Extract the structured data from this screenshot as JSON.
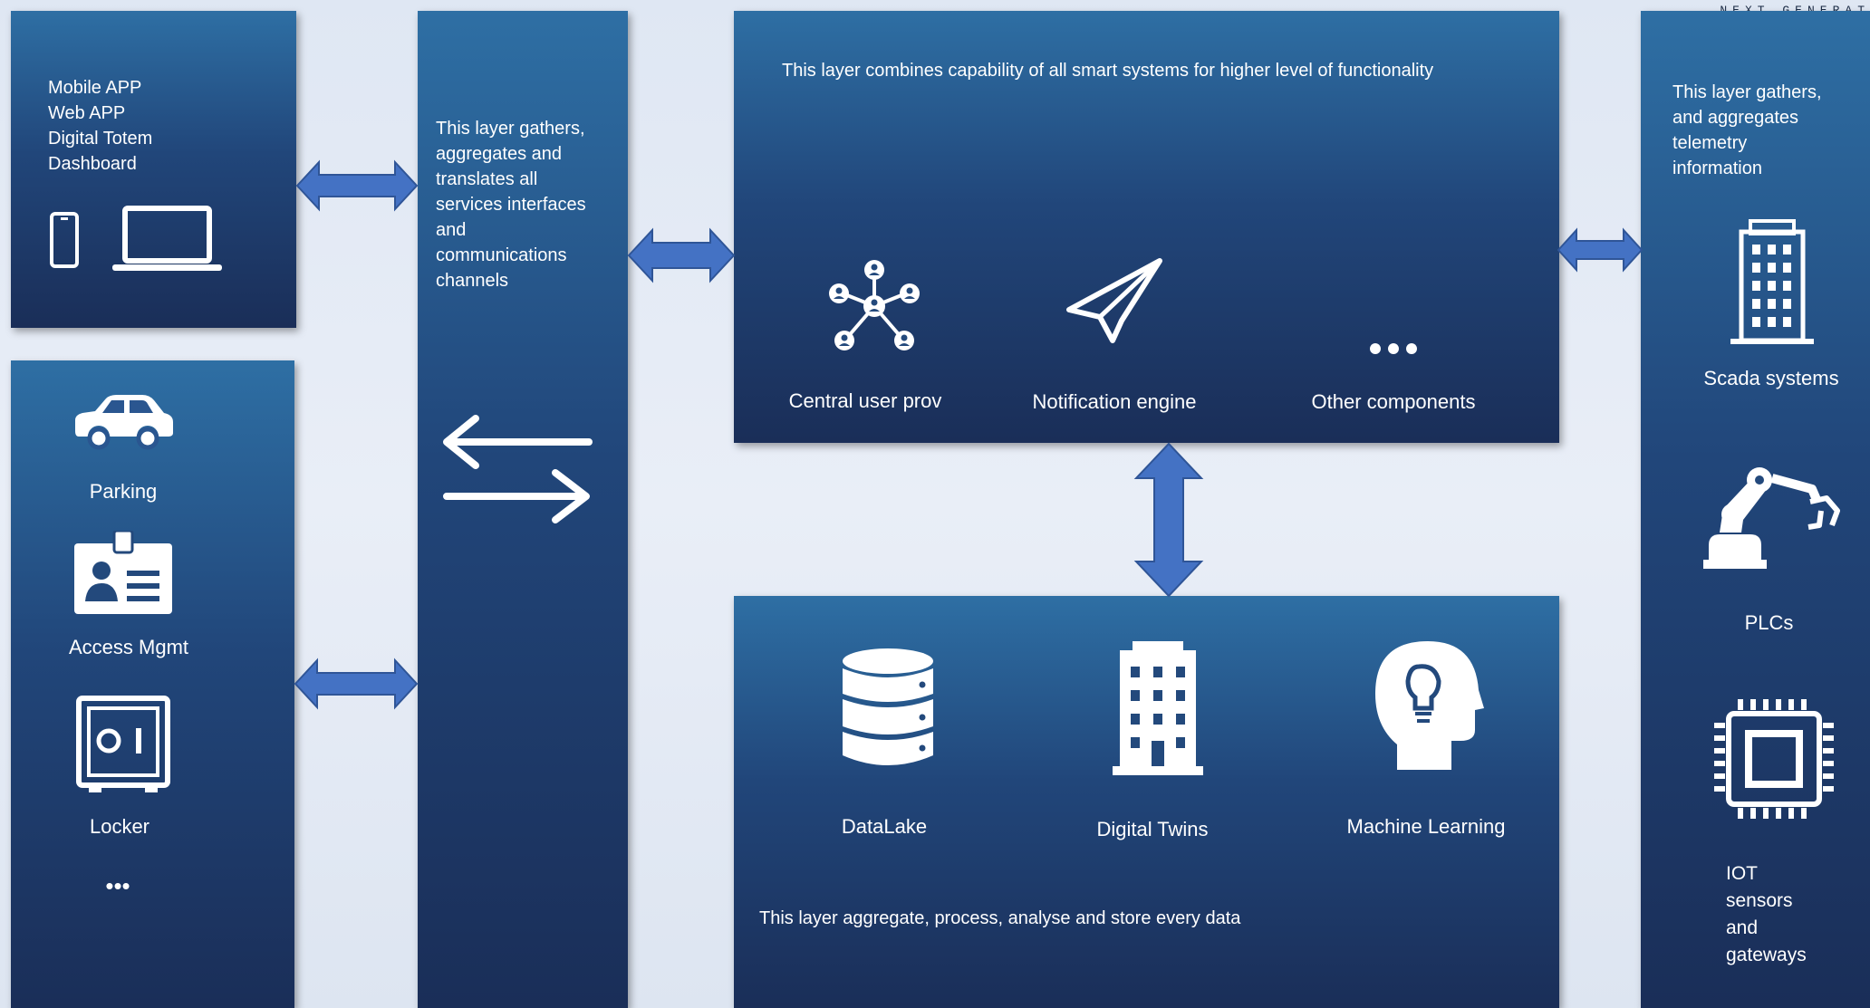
{
  "corner_text": "NEXT GENERAT",
  "channels": {
    "items": "Mobile APP\nWeb APP\nDigital Totem\nDashboard"
  },
  "services": {
    "items": [
      "Parking",
      "Access Mgmt",
      "Locker"
    ],
    "more": "•••"
  },
  "integration": {
    "description": "This layer gathers,\naggregates and\ntranslates all\nservices interfaces\nand\ncommunications\nchannels"
  },
  "smart_layer": {
    "description": "This layer combines capability of all smart systems for higher level of functionality",
    "components": [
      "Central user prov",
      "Notification engine",
      "Other components"
    ]
  },
  "data_layer": {
    "components": [
      "DataLake",
      "Digital Twins",
      "Machine Learning"
    ],
    "description": "This layer aggregate, process, analyse and store every data"
  },
  "telemetry": {
    "description": "This layer gathers,\nand aggregates\ntelemetry\ninformation",
    "items": [
      "Scada systems",
      "PLCs",
      "IOT\nsensors\nand\ngateways"
    ]
  },
  "colors": {
    "arrow": "#4472c4",
    "panel_top": "#2e6fa4",
    "panel_bottom": "#1a2e58"
  }
}
